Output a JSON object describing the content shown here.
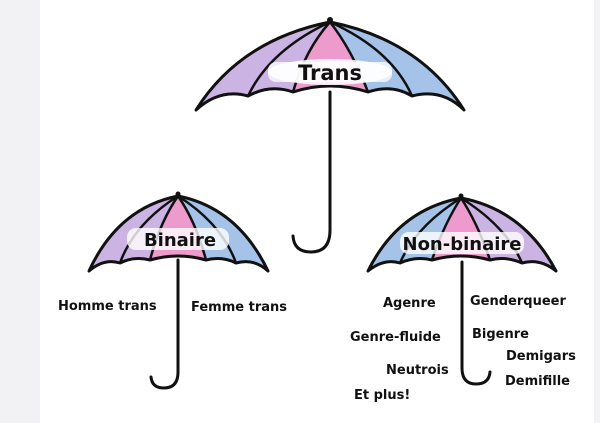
{
  "umbrellas": {
    "top": {
      "label": "Trans"
    },
    "left": {
      "label": "Binaire",
      "terms": [
        "Homme trans",
        "Femme trans"
      ]
    },
    "right": {
      "label": "Non-binaire",
      "terms": [
        "Agenre",
        "Genderqueer",
        "Genre-fluide",
        "Bigenre",
        "Demigars",
        "Neutrois",
        "Demifille",
        "Et plus!"
      ]
    }
  },
  "colors": {
    "pink": "#ec9bcc",
    "lavender": "#cbb4e3",
    "blue": "#a5c3e9",
    "outline": "#111111"
  }
}
